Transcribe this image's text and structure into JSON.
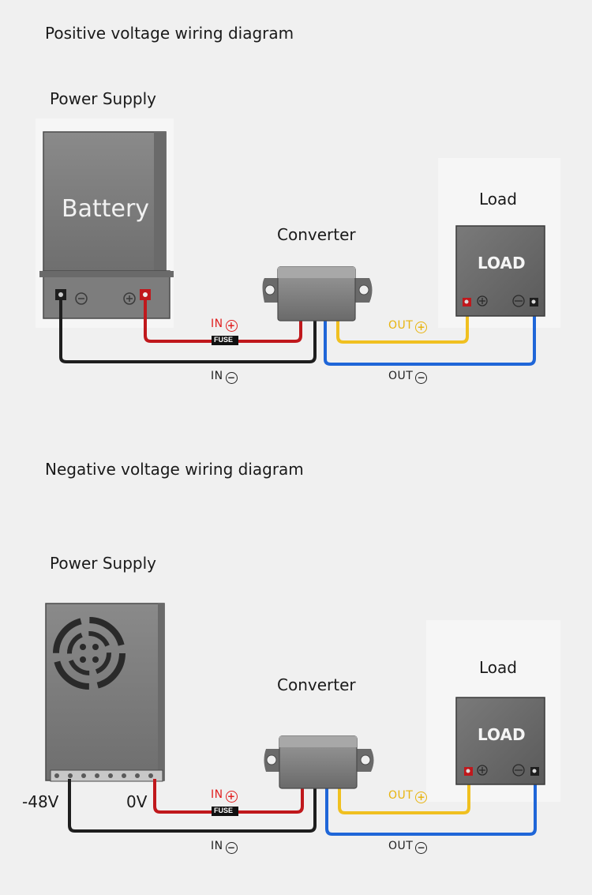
{
  "top": {
    "title": "Positive voltage wiring diagram",
    "power_supply": "Power Supply",
    "battery_text": "Battery",
    "converter": "Converter",
    "load": "Load",
    "load_box": "LOAD",
    "in_pos": "IN",
    "in_neg": "IN",
    "out_pos": "OUT",
    "out_neg": "OUT",
    "fuse": "FUSE"
  },
  "bottom": {
    "title": "Negative voltage wiring diagram",
    "power_supply": "Power Supply",
    "converter": "Converter",
    "load": "Load",
    "load_box": "LOAD",
    "v_neg": "-48V",
    "v_zero": "0V",
    "in_pos": "IN",
    "in_neg": "IN",
    "out_pos": "OUT",
    "out_neg": "OUT",
    "fuse": "FUSE"
  },
  "colors": {
    "in_pos_wire": "#c0181c",
    "in_neg_wire": "#1e1e1e",
    "out_pos_wire": "#f0c020",
    "out_neg_wire": "#1f66d8",
    "device_body": "#808080"
  }
}
